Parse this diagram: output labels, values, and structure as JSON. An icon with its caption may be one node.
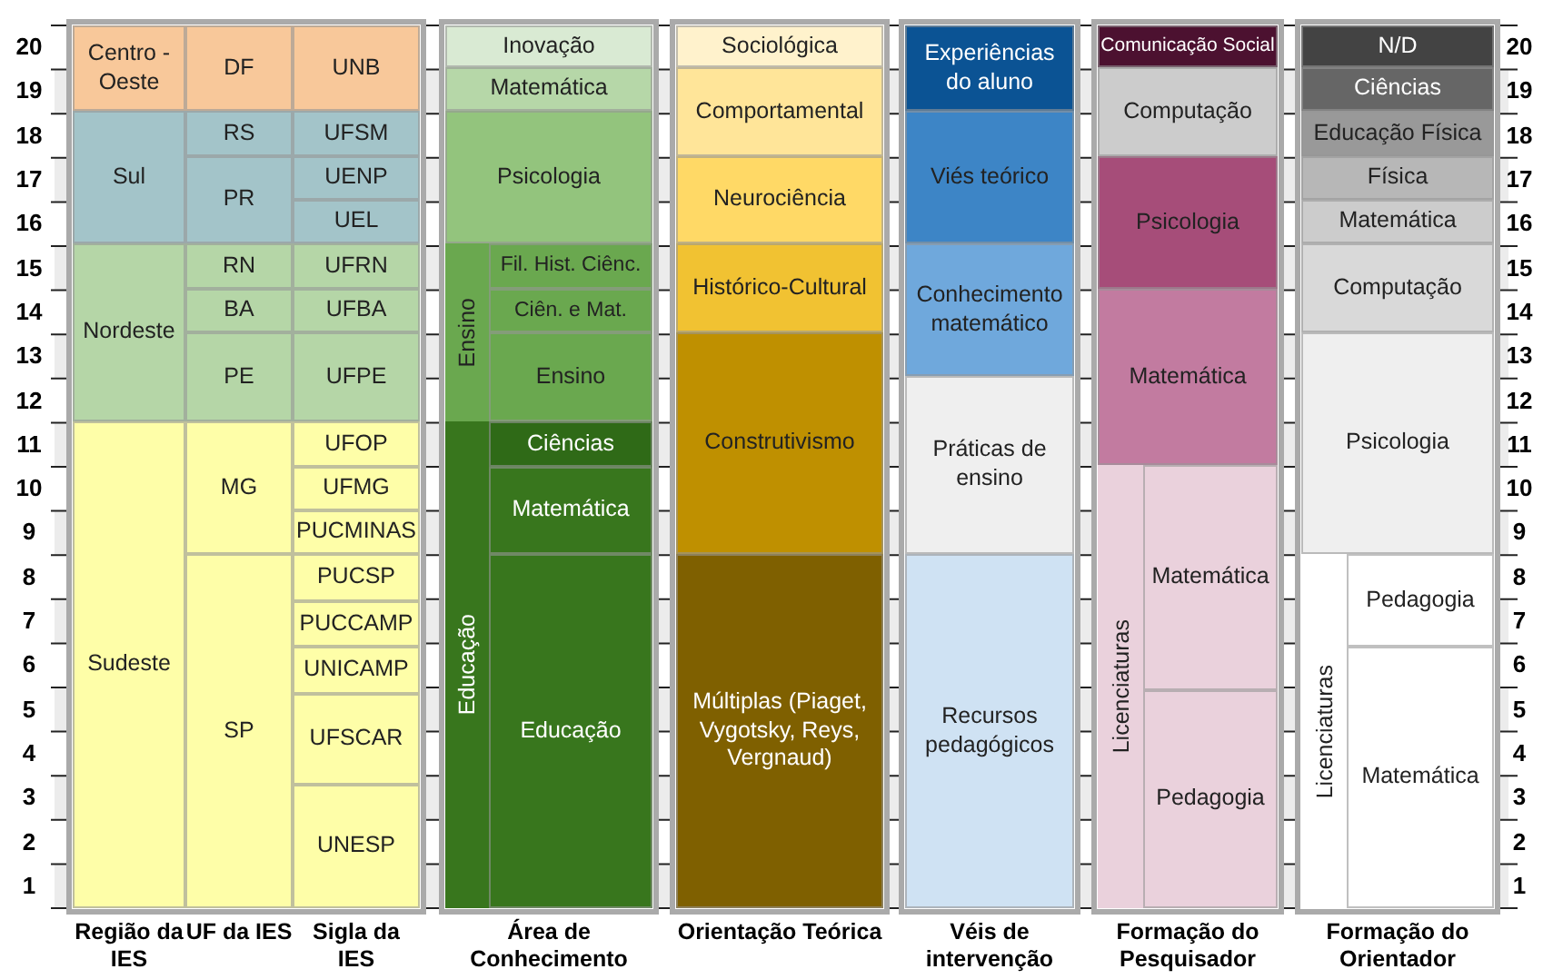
{
  "diagram": {
    "nodes": [
      {
        "text": [
          "Centro - Oeste"
        ]
      },
      {
        "text": [
          "Sul"
        ]
      },
      {
        "text": [
          "Nordeste"
        ]
      },
      {
        "text": [
          "Sudeste"
        ]
      },
      {
        "text": [
          "DF"
        ]
      },
      {
        "text": [
          "RS"
        ]
      },
      {
        "text": [
          "PR"
        ]
      },
      {
        "text": [
          "RN"
        ]
      },
      {
        "text": [
          "BA"
        ]
      },
      {
        "text": [
          "PE"
        ]
      },
      {
        "text": [
          "MG"
        ]
      },
      {
        "text": [
          "SP"
        ]
      },
      {
        "text": [
          "UNB"
        ]
      },
      {
        "text": [
          "UFSM"
        ]
      },
      {
        "text": [
          "UENP"
        ]
      },
      {
        "text": [
          "UEL"
        ]
      },
      {
        "text": [
          "UFRN"
        ]
      },
      {
        "text": [
          "UFBA"
        ]
      },
      {
        "text": [
          "UFPE"
        ]
      },
      {
        "text": [
          "UFOP"
        ]
      },
      {
        "text": [
          "UFMG"
        ]
      },
      {
        "text": [
          "PUCMINAS"
        ]
      },
      {
        "text": [
          "PUCSP"
        ]
      },
      {
        "text": [
          "PUCCAMP"
        ]
      },
      {
        "text": [
          "UNICAMP"
        ]
      },
      {
        "text": [
          "UFSCAR"
        ]
      },
      {
        "text": [
          "UNESP"
        ]
      },
      {
        "text": [
          "Inovação"
        ]
      },
      {
        "text": [
          "Matemática"
        ]
      },
      {
        "text": [
          "Psicologia"
        ]
      },
      {
        "text": [
          "Ensino"
        ]
      },
      {
        "text": [
          "Fil. Hist. Ciênc."
        ],
        "in": 30
      },
      {
        "text": [
          "Ciên. e Mat."
        ],
        "in": 30
      },
      {
        "text": [
          "Ensino"
        ],
        "in": 30
      },
      {
        "text": [
          "Educação"
        ]
      },
      {
        "text": [
          "Ciências"
        ],
        "in": 34
      },
      {
        "text": [
          "Matemática"
        ],
        "in": 34
      },
      {
        "text": [
          "Educação"
        ],
        "in": 34
      },
      {
        "text": [
          "Sociológica"
        ]
      },
      {
        "text": [
          "Comportamental"
        ]
      },
      {
        "text": [
          "Neurociência"
        ]
      },
      {
        "text": [
          "Histórico-Cultural"
        ]
      },
      {
        "text": [
          "Construtivismo"
        ]
      },
      {
        "text": [
          "Múltiplas (Piaget, Vygotsky, Reys, Vergnaud)"
        ]
      },
      {
        "text": [
          "Experiências do aluno"
        ]
      },
      {
        "text": [
          "Viés teórico"
        ]
      },
      {
        "text": [
          "Conhecimento matemático"
        ]
      },
      {
        "text": [
          "Práticas de ensino"
        ]
      },
      {
        "text": [
          "Recursos pedagógicos"
        ]
      },
      {
        "text": [
          "Comunicação Social"
        ]
      },
      {
        "text": [
          "Computação"
        ]
      },
      {
        "text": [
          "Psicologia"
        ]
      },
      {
        "text": [
          "Matemática"
        ]
      },
      {
        "text": [
          "Licenciaturas"
        ]
      },
      {
        "text": [
          "Matemática"
        ],
        "in": 53
      },
      {
        "text": [
          "Pedagogia"
        ],
        "in": 53
      },
      {
        "text": [
          "N/D"
        ]
      },
      {
        "text": [
          "Ciências"
        ]
      },
      {
        "text": [
          "Educação Física"
        ]
      },
      {
        "text": [
          "Física"
        ]
      },
      {
        "text": [
          "Matemática"
        ]
      },
      {
        "text": [
          "Computação"
        ]
      },
      {
        "text": [
          "Psicologia"
        ]
      },
      {
        "text": [
          "Licenciaturas"
        ]
      },
      {
        "text": [
          "Pedagogia"
        ],
        "in": 63
      },
      {
        "text": [
          "Matemática"
        ],
        "in": 63
      }
    ],
    "labels": [
      "20",
      "19",
      "18",
      "17",
      "16",
      "15",
      "14",
      "13",
      "12",
      "11",
      "10",
      "9",
      "8",
      "7",
      "6",
      "5",
      "4",
      "3",
      "2",
      "1",
      "20",
      "19",
      "18",
      "17",
      "16",
      "15",
      "14",
      "13",
      "12",
      "11",
      "10",
      "9",
      "8",
      "7",
      "6",
      "5",
      "4",
      "3",
      "2",
      "1",
      "Região da IES",
      "UF da IES",
      "Sigla da IES",
      "Área de Conhecimento",
      "Orientação Teórica",
      "Véis de intervenção",
      "Formação do Pesquisador",
      "Formação do Orientador"
    ]
  }
}
